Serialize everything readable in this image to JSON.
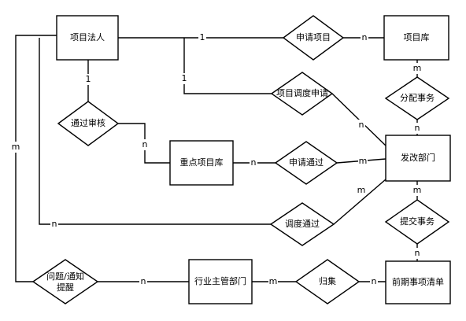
{
  "entities": {
    "project_legal": "项目法人",
    "project_library": "项目库",
    "key_project_library": "重点项目库",
    "dev_reform_dept": "发改部门",
    "industry_dept": "行业主管部门",
    "pre_matter_list": "前期事项清单"
  },
  "relationships": {
    "apply_project": "申请项目",
    "dispatch_apply": "项目调度申请",
    "pass_review": "通过审核",
    "apply_pass": "申请通过",
    "dispatch_pass": "调度通过",
    "assign_matter": "分配事务",
    "submit_matter": "提交事务",
    "issue_notice_line1": "问题/通知",
    "issue_notice_line2": "提醒",
    "collect": "归集"
  },
  "cardinality": {
    "legal_apply": "1",
    "apply_library": "n",
    "legal_dispatch": "1",
    "dispatch_dept": "n",
    "legal_review": "1",
    "review_key": "n",
    "key_applypass": "n",
    "applypass_dept": "m",
    "legal_dispatchpass": "n",
    "dispatchpass_dept": "m",
    "legal_issue": "m",
    "issue_industry": "n",
    "industry_collect": "m",
    "collect_list": "n",
    "library_assign": "m",
    "assign_dept": "n",
    "dept_submit": "m",
    "submit_list": "n"
  }
}
